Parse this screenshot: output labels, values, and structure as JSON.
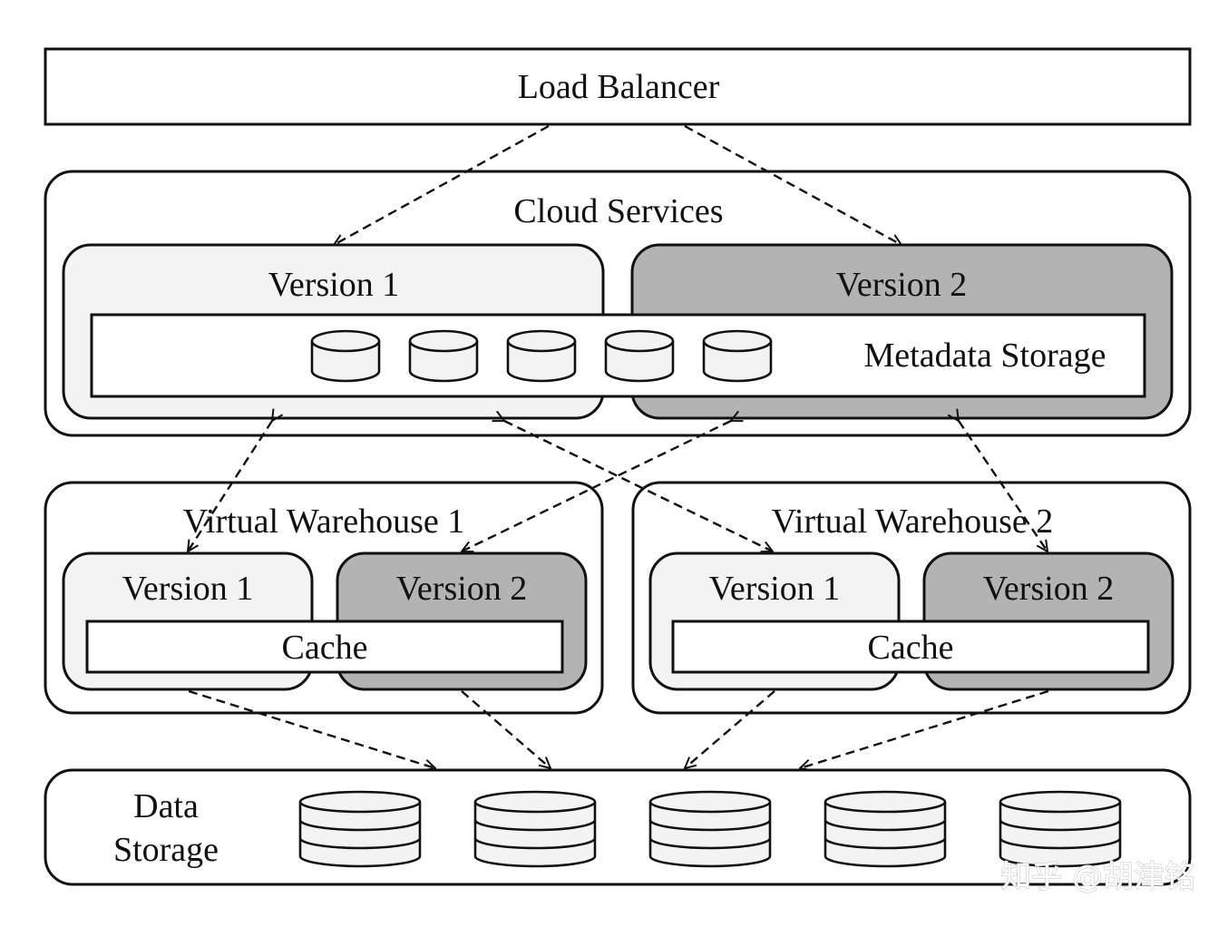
{
  "load_balancer": {
    "label": "Load Balancer"
  },
  "cloud_services": {
    "title": "Cloud Services",
    "version_1": "Version 1",
    "version_2": "Version 2",
    "metadata_storage": "Metadata Storage",
    "metadata_cylinders": 5
  },
  "warehouses": [
    {
      "title": "Virtual Warehouse 1",
      "version_1": "Version 1",
      "version_2": "Version 2",
      "cache": "Cache"
    },
    {
      "title": "Virtual Warehouse 2",
      "version_1": "Version 1",
      "version_2": "Version 2",
      "cache": "Cache"
    }
  ],
  "data_storage": {
    "label_line1": "Data",
    "label_line2": "Storage",
    "storage_stacks": 5
  },
  "watermark": "知乎 @胡津铭",
  "colors": {
    "version_1_fill": "#f3f3f3",
    "version_2_fill": "#b3b3b3",
    "outline": "#111111",
    "background": "#ffffff"
  }
}
